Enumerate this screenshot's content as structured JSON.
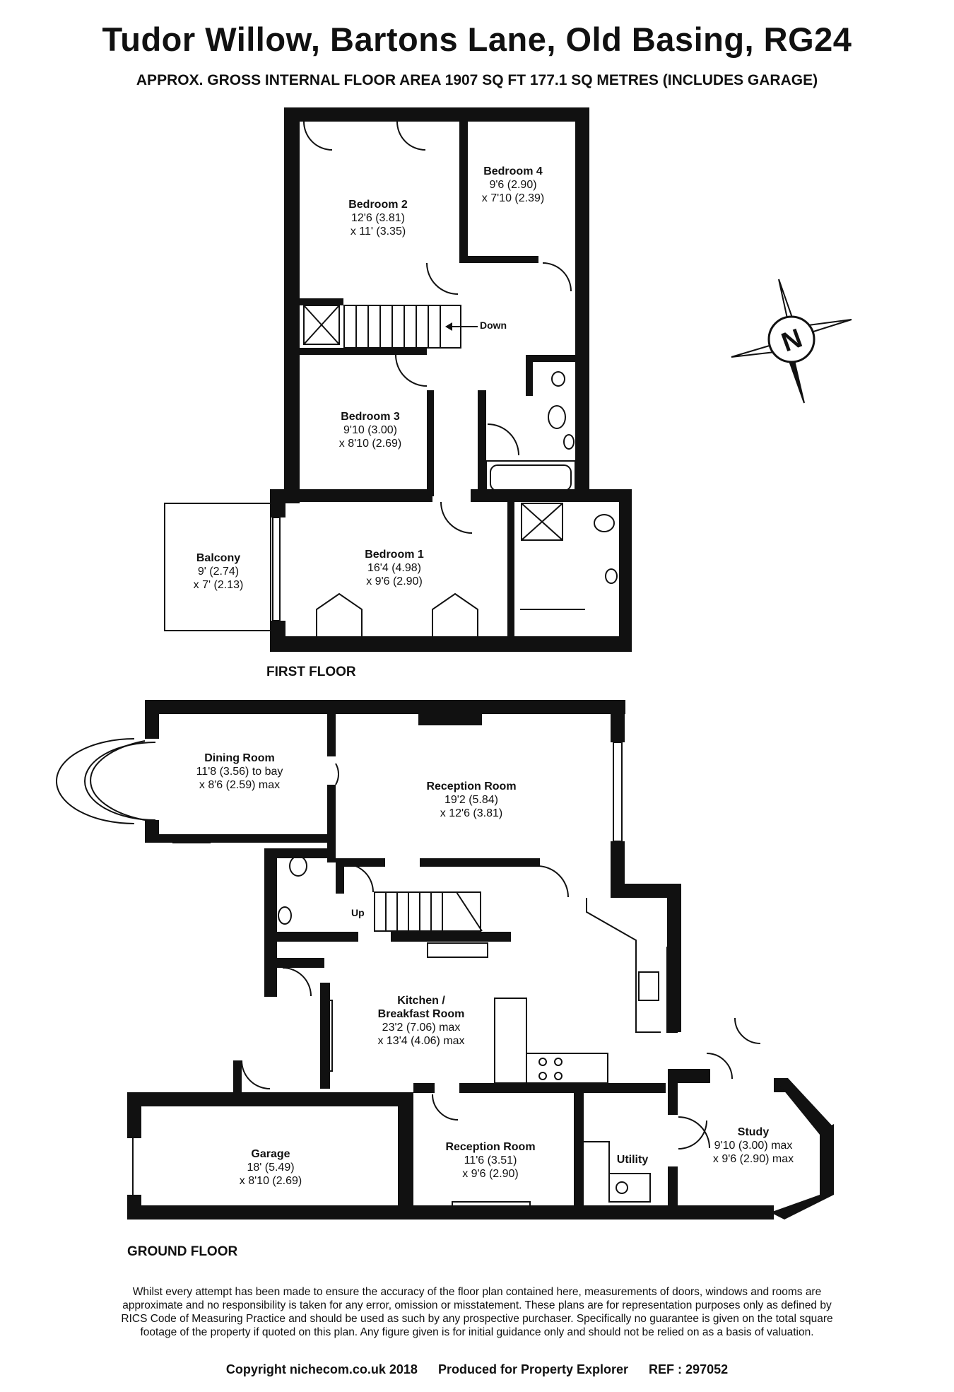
{
  "header": {
    "title": "Tudor Willow, Bartons Lane, Old Basing, RG24",
    "subtitle": "APPROX. GROSS INTERNAL FLOOR AREA 1907 SQ FT 177.1 SQ METRES (INCLUDES GARAGE)"
  },
  "first_floor": {
    "label": "FIRST FLOOR",
    "down_label": "Down",
    "rooms": [
      {
        "name": "Bedroom 2",
        "dim1": "12'6 (3.81)",
        "dim2": "x 11' (3.35)"
      },
      {
        "name": "Bedroom 4",
        "dim1": "9'6 (2.90)",
        "dim2": "x 7'10 (2.39)"
      },
      {
        "name": "Bedroom 3",
        "dim1": "9'10 (3.00)",
        "dim2": "x 8'10 (2.69)"
      },
      {
        "name": "Bedroom 1",
        "dim1": "16'4 (4.98)",
        "dim2": "x 9'6 (2.90)"
      },
      {
        "name": "Balcony",
        "dim1": "9' (2.74)",
        "dim2": "x 7' (2.13)"
      }
    ]
  },
  "ground_floor": {
    "label": "GROUND FLOOR",
    "up_label": "Up",
    "rooms": [
      {
        "name": "Dining Room",
        "dim1": "11'8 (3.56) to bay",
        "dim2": "x 8'6 (2.59) max"
      },
      {
        "name": "Reception Room",
        "dim1": "19'2 (5.84)",
        "dim2": "x 12'6 (3.81)"
      },
      {
        "name": "Kitchen /",
        "name2": "Breakfast Room",
        "dim1": "23'2 (7.06) max",
        "dim2": "x 13'4 (4.06) max"
      },
      {
        "name": "Garage",
        "dim1": "18' (5.49)",
        "dim2": "x 8'10 (2.69)"
      },
      {
        "name": "Reception Room",
        "dim1": "11'6 (3.51)",
        "dim2": "x 9'6 (2.90)"
      },
      {
        "name": "Utility"
      },
      {
        "name": "Study",
        "dim1": "9'10 (3.00) max",
        "dim2": "x 9'6 (2.90) max"
      }
    ]
  },
  "compass": {
    "label": "N",
    "icon": "compass-north-icon"
  },
  "disclaimer": "Whilst every attempt has been made to ensure the accuracy of the floor plan contained here, measurements of doors, windows and rooms are approximate and no responsibility is taken for any error, omission or misstatement. These plans are for representation purposes only as defined by RICS Code of Measuring Practice and should be used as such by any prospective purchaser. Specifically no guarantee is given on the total square footage of the property if quoted on this plan. Any figure given is for initial guidance only and should not be relied on as a basis of valuation.",
  "footer": {
    "copyright": "Copyright nichecom.co.uk 2018",
    "produced_for": "Produced for Property Explorer",
    "ref": "REF :  297052"
  },
  "colors": {
    "wall": "#111111",
    "background": "#ffffff"
  }
}
